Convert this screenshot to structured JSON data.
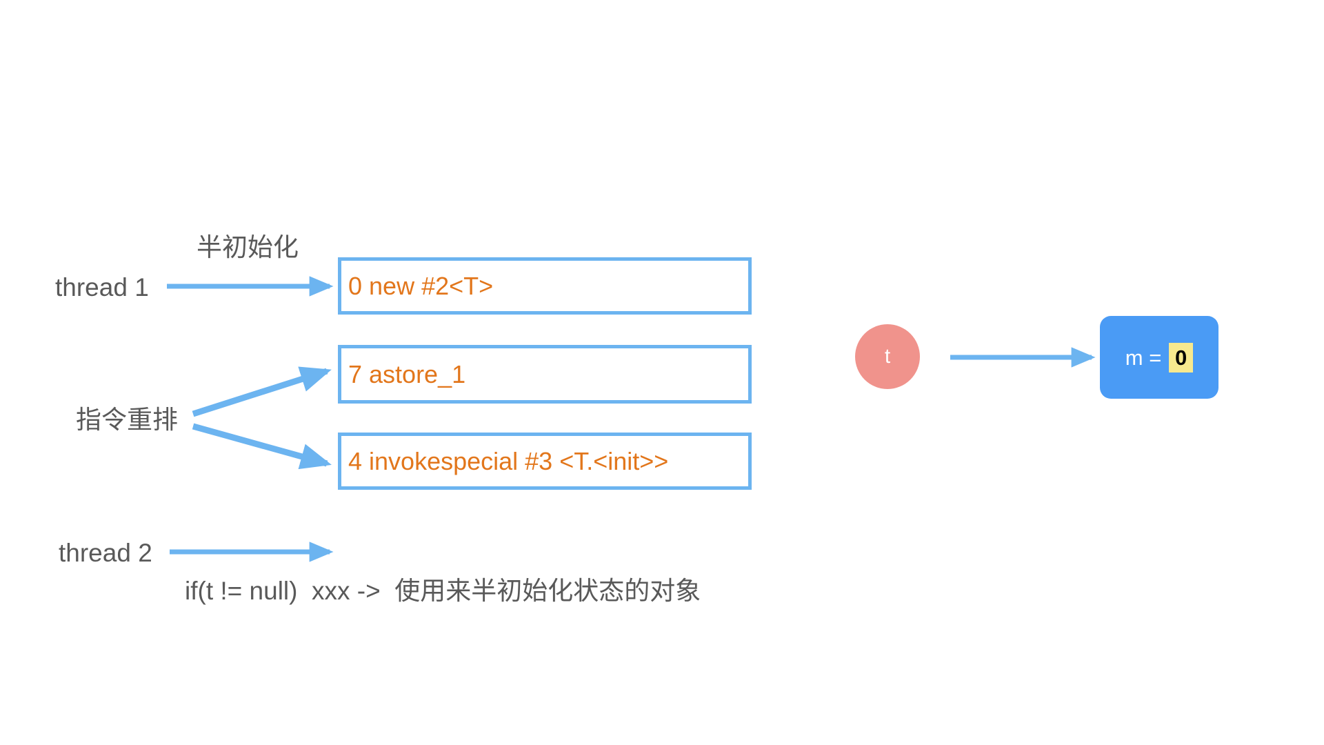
{
  "diagram": {
    "title_note": "半初始化",
    "reorder_note": "指令重排",
    "threads": [
      {
        "id": "thread-1",
        "label": "thread 1"
      },
      {
        "id": "thread-2",
        "label": "thread 2"
      }
    ],
    "instructions": [
      {
        "id": "instr-new",
        "text": "0 new #2<T>"
      },
      {
        "id": "instr-astore",
        "text": "7 astore_1"
      },
      {
        "id": "instr-invokespecial",
        "text": "4 invokespecial #3 <T.<init>>"
      }
    ],
    "bottom_note": "if(t != null)  xxx ->  使用来半初始化状态的对象",
    "object_graph": {
      "reference_label": "t",
      "field_name": "m = ",
      "field_value": "0"
    },
    "colors": {
      "background": "#FFFFFF",
      "arrow_blue": "#6CB4F0",
      "box_border_blue": "#6CB4F0",
      "instruction_orange": "#E2761B",
      "label_gray": "#595959",
      "reference_salmon": "#F0938C",
      "object_blue": "#4A9BF5",
      "value_highlight_yellow": "#F7E98E"
    }
  }
}
